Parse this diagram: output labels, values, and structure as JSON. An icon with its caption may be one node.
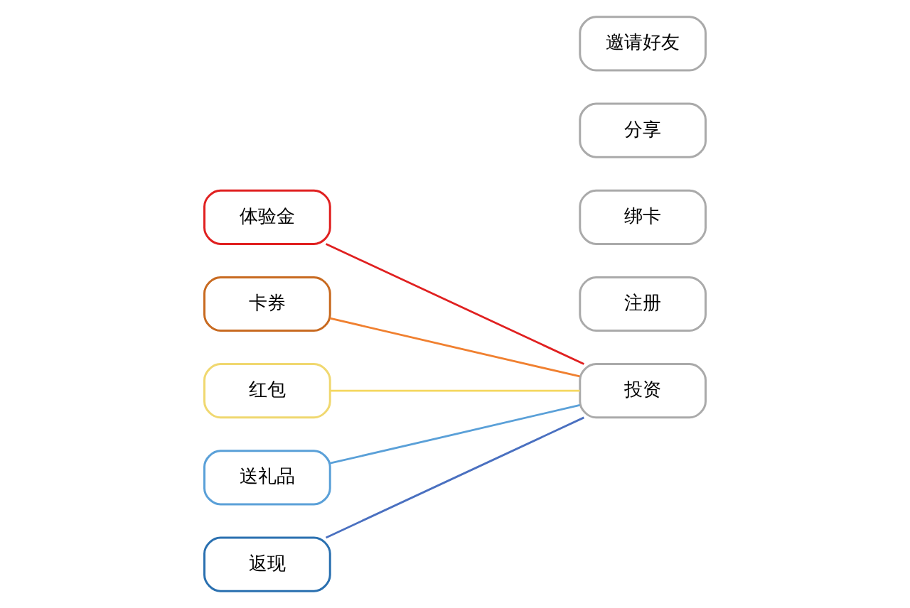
{
  "diagram": {
    "nodes": [
      {
        "text": [
          "体验金"
        ]
      },
      {
        "text": [
          "卡券"
        ]
      },
      {
        "text": [
          "红包"
        ]
      },
      {
        "text": [
          "送礼品"
        ]
      },
      {
        "text": [
          "返现"
        ]
      },
      {
        "text": [
          "注册"
        ]
      },
      {
        "text": [
          "绑卡"
        ]
      },
      {
        "text": [
          "投资"
        ]
      },
      {
        "text": [
          "分享"
        ]
      },
      {
        "text": [
          "邀请好友"
        ]
      }
    ],
    "edges": [
      {
        "from": 0,
        "to": 7,
        "arrow": "none",
        "color": "#e02020"
      },
      {
        "from": 1,
        "to": 7,
        "arrow": "none",
        "color": "#f08030"
      },
      {
        "from": 2,
        "to": 7,
        "arrow": "none",
        "color": "#f5d860"
      },
      {
        "from": 3,
        "to": 7,
        "arrow": "none",
        "color": "#5aa0d8"
      },
      {
        "from": 4,
        "to": 7,
        "arrow": "none",
        "color": "#4a70c0"
      }
    ]
  }
}
